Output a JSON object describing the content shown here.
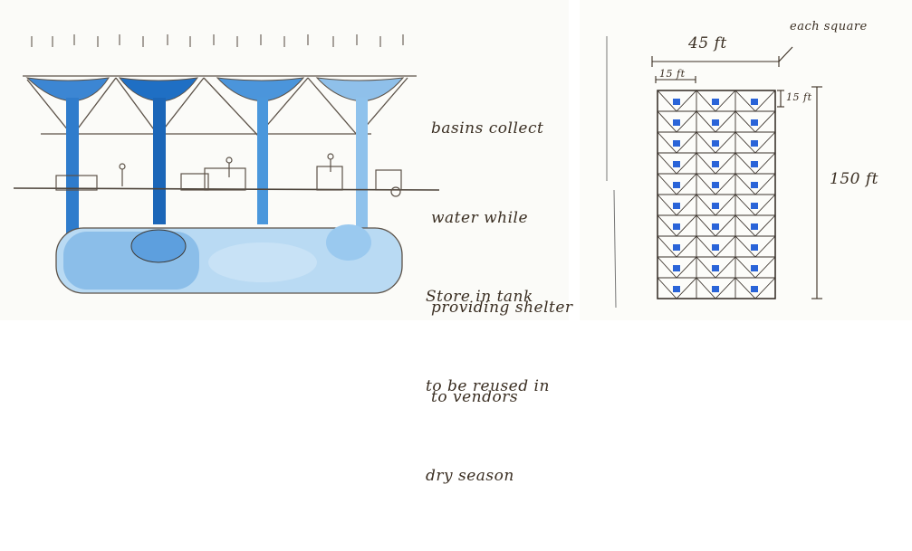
{
  "left_sketch": {
    "note_top": [
      "basins collect",
      "water while",
      "providing shelter",
      "to vendors"
    ],
    "note_bottom": [
      "Store in tank",
      "to be reused in",
      "dry season"
    ]
  },
  "right_sketch": {
    "width_label": "45 ft",
    "each_square_label": "each square",
    "cell_width_label": "15 ft",
    "cell_height_label": "15 ft",
    "height_label": "150 ft"
  },
  "colors": {
    "ink": "#3a2e22",
    "water_dark": "#1f6fc4",
    "water_light": "#7fb7e6",
    "accent_blue": "#2a64d8"
  }
}
